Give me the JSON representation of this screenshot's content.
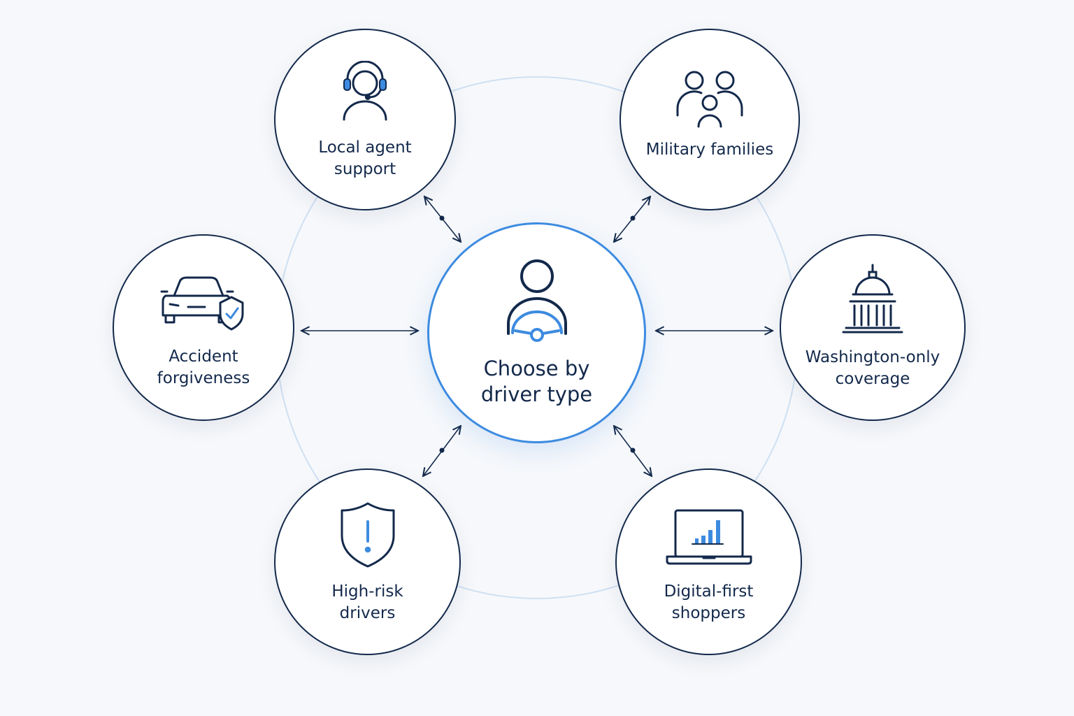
{
  "center": {
    "label_line1": "Choose by",
    "label_line2": "driver type",
    "icon": "driver-steering-wheel-icon"
  },
  "nodes": [
    {
      "id": "local-agent",
      "line1": "Local agent",
      "line2": "support",
      "icon": "headset-agent-icon"
    },
    {
      "id": "military",
      "line1": "Military families",
      "line2": "",
      "icon": "family-group-icon"
    },
    {
      "id": "accident",
      "line1": "Accident",
      "line2": "forgiveness",
      "icon": "car-shield-icon"
    },
    {
      "id": "washington",
      "line1": "Washington-only",
      "line2": "coverage",
      "icon": "capitol-building-icon"
    },
    {
      "id": "high-risk",
      "line1": "High-risk",
      "line2": "drivers",
      "icon": "shield-alert-icon"
    },
    {
      "id": "digital",
      "line1": "Digital-first",
      "line2": "shoppers",
      "icon": "laptop-chart-icon"
    }
  ],
  "colors": {
    "dark": "#13294b",
    "accent": "#3d8be0",
    "ring": "#cfe0f3",
    "background": "#f6f8fb"
  }
}
